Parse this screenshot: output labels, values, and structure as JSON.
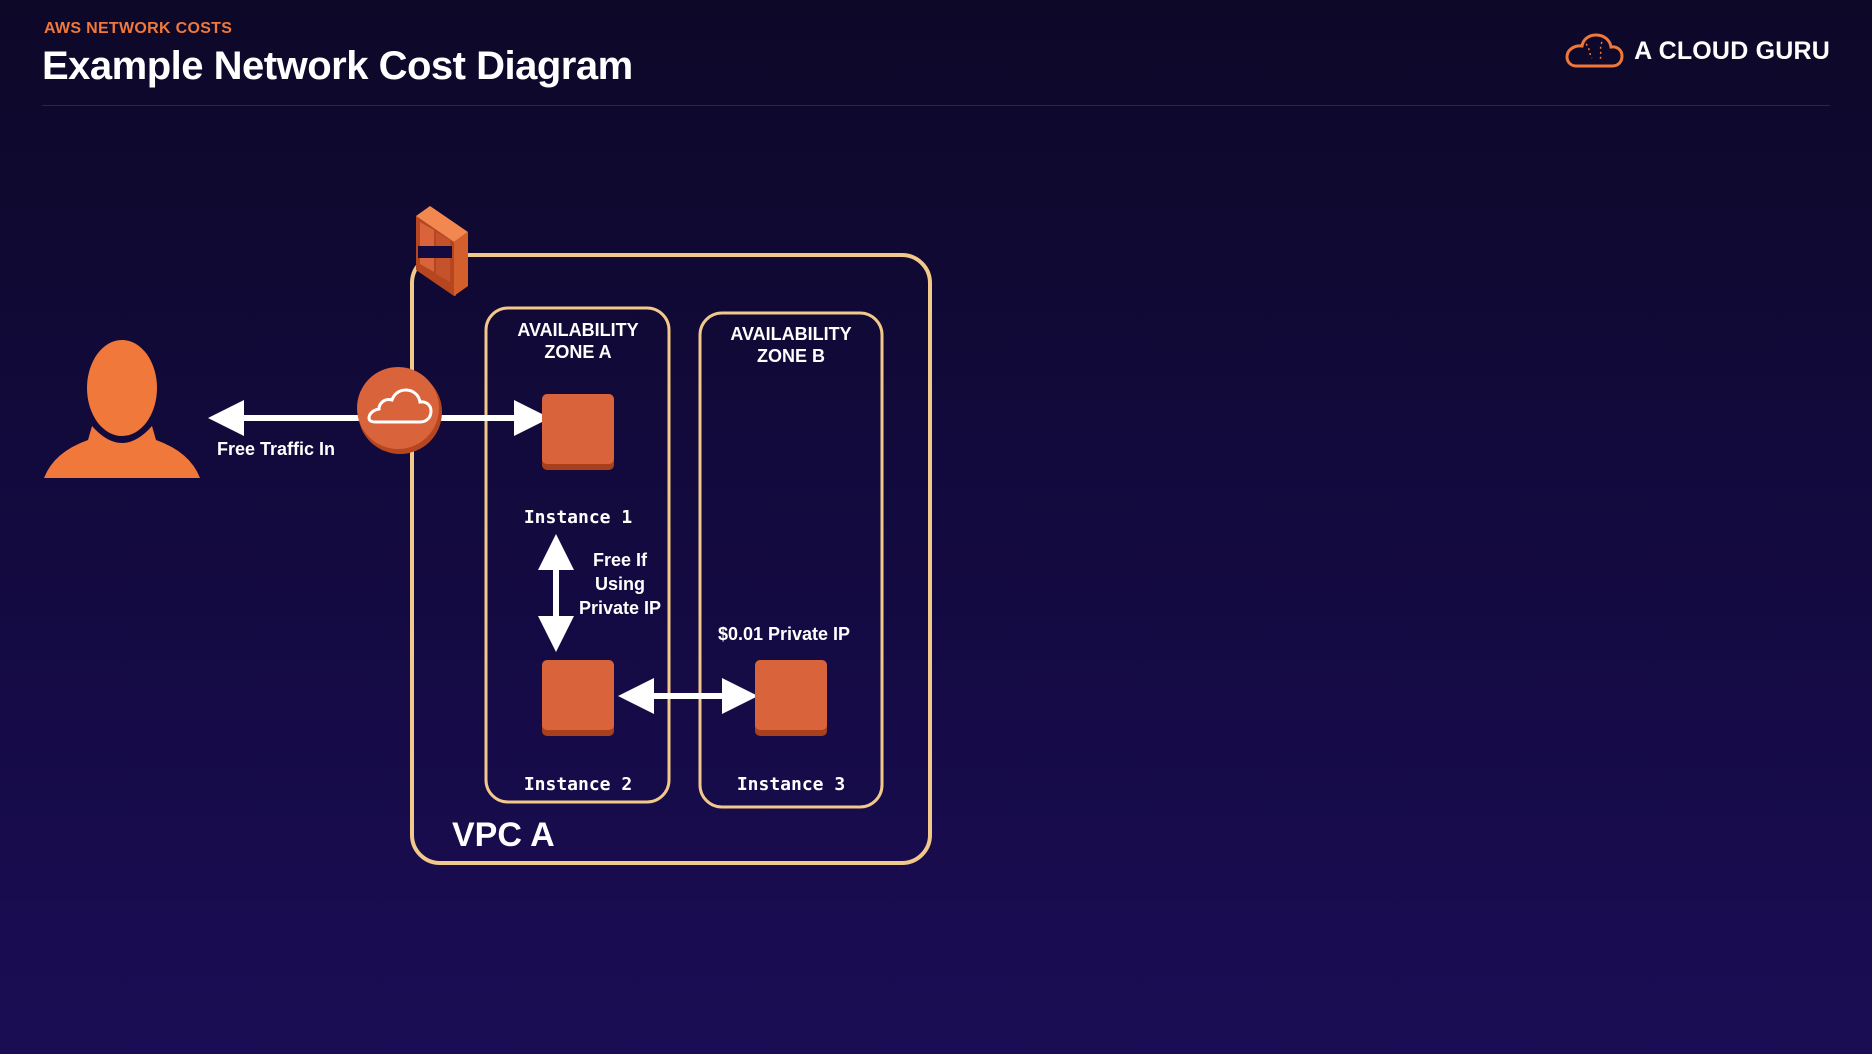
{
  "header": {
    "eyebrow": "AWS NETWORK COSTS",
    "title": "Example Network Cost Diagram"
  },
  "logo": {
    "text": "A CLOUD GURU",
    "icon": "cloud-logo-icon"
  },
  "diagram": {
    "vpc_label": "VPC A",
    "zone_a": {
      "line1": "AVAILABILITY",
      "line2": "ZONE A"
    },
    "zone_b": {
      "line1": "AVAILABILITY",
      "line2": "ZONE B"
    },
    "instances": {
      "i1": "Instance 1",
      "i2": "Instance 2",
      "i3": "Instance 3"
    },
    "labels": {
      "free_in": "Free Traffic In",
      "free_if_1": "Free If",
      "free_if_2": "Using",
      "free_if_3": "Private IP",
      "cross_az": "$0.01 Private IP"
    },
    "icons": {
      "user": "user-icon",
      "internet_gateway": "internet-gateway-icon",
      "vpc": "vpc-icon"
    },
    "colors": {
      "accent": "#f0783a",
      "instance": "#d9633a",
      "border": "#f2c98a",
      "background": "#130a3f"
    }
  }
}
